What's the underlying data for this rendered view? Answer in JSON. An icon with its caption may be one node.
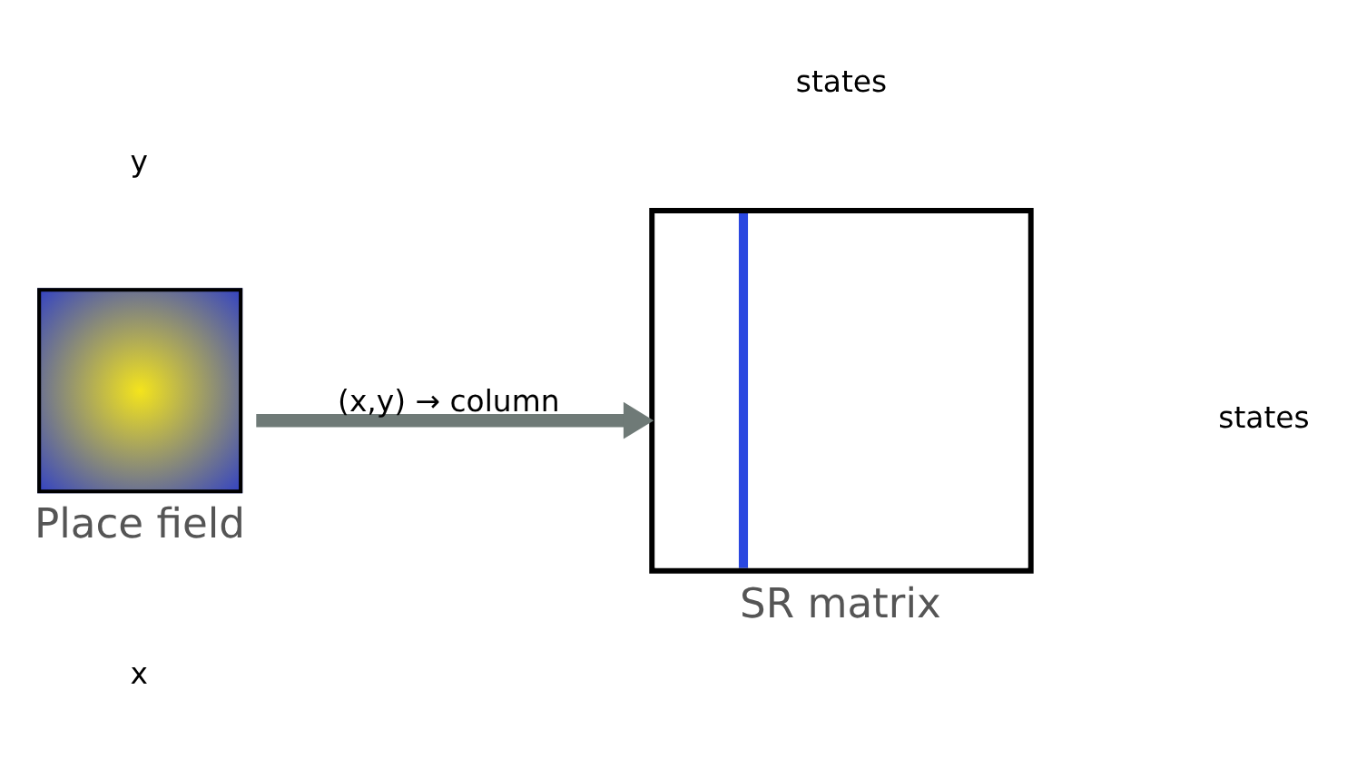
{
  "diagram": {
    "nodes": [
      {
        "text": [],
        "shape": "picture",
        "beside": [
          "Place field"
        ]
      },
      {
        "text": [],
        "shape": "box",
        "beside": [
          "SR matrix"
        ]
      }
    ],
    "edges": [
      {
        "from": 0,
        "to": 1,
        "arrow": "to",
        "label": "(x,y) → column",
        "color": "#6f7a77"
      }
    ],
    "labels": [
      "y",
      "x",
      "states",
      "states"
    ]
  }
}
